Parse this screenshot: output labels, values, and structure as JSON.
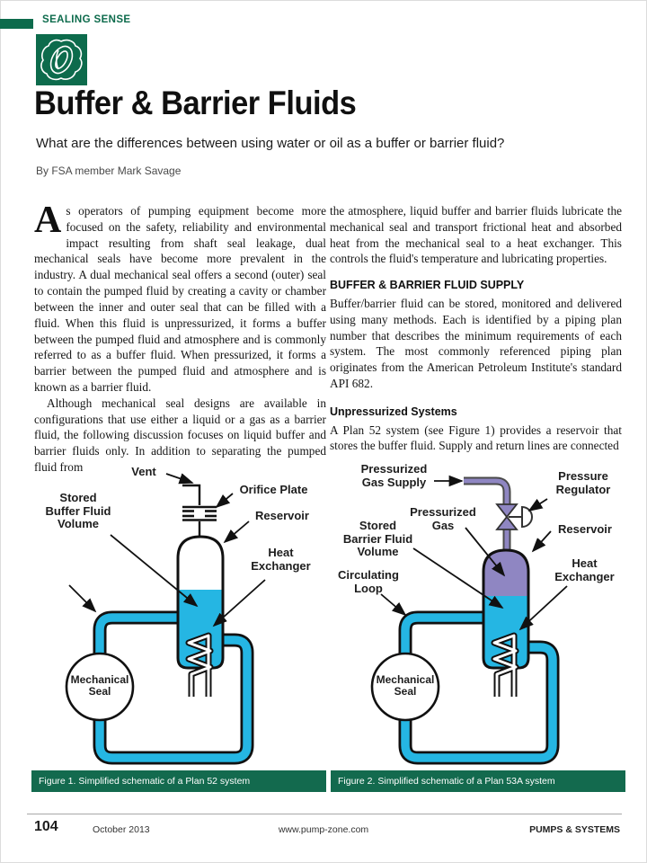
{
  "header": {
    "kicker": "SEALING SENSE",
    "title": "Buffer & Barrier Fluids",
    "subtitle": "What are the differences between using water or oil as a buffer or barrier fluid?",
    "byline": "By FSA member Mark Savage"
  },
  "article": {
    "dropcap": "A",
    "col1_para1": "s operators of pumping equipment become more focused on the safety, reliability and environmental impact resulting from shaft seal leakage, dual mechanical seals have become more prevalent in the industry. A dual mechanical seal offers a second (outer) seal to contain the pumped fluid by creating a cavity or chamber between the inner and outer seal that can be filled with a fluid. When this fluid is unpressurized, it forms a buffer between the pumped fluid and atmosphere and is commonly referred to as a buffer fluid. When pressurized, it forms a barrier between the pumped fluid and atmosphere and is known as a barrier fluid.",
    "col1_para2": "Although mechanical seal designs are available in configurations that use either a liquid or a gas as a barrier fluid, the following discussion focuses on liquid buffer and barrier fluids only. In addition to separating the pumped fluid from",
    "col2_para1": "the atmosphere, liquid buffer and barrier fluids lubricate the mechanical seal and transport frictional heat and absorbed heat from the mechanical seal to a heat exchanger. This controls the fluid's temperature and lubricating properties.",
    "heading1": "BUFFER & BARRIER FLUID SUPPLY",
    "col2_para2": "Buffer/barrier fluid can be stored, monitored and delivered using many methods. Each is identified by a piping plan number that describes the minimum requirements of each system. The most commonly referenced piping plan originates from the American Petroleum Institute's standard API 682.",
    "heading2": "Unpressurized Systems",
    "col2_para3": "A Plan 52 system (see Figure 1) provides a reservoir that stores the buffer fluid. Supply and return lines are connected"
  },
  "figure1": {
    "caption": "Figure 1. Simplified schematic of a Plan 52 system",
    "labels": {
      "vent": "Vent",
      "orifice_plate": "Orifice Plate",
      "stored_volume": "Stored\nBuffer Fluid\nVolume",
      "reservoir": "Reservoir",
      "heat_exchanger": "Heat\nExchanger",
      "mechanical_seal": "Mechanical\nSeal"
    }
  },
  "figure2": {
    "caption": "Figure 2. Simplified schematic of a Plan 53A system",
    "labels": {
      "gas_supply": "Pressurized\nGas Supply",
      "pressure_regulator": "Pressure\nRegulator",
      "pressurized_gas": "Pressurized\nGas",
      "stored_volume": "Stored\nBarrier Fluid\nVolume",
      "reservoir": "Reservoir",
      "circulating_loop": "Circulating\nLoop",
      "heat_exchanger": "Heat\nExchanger",
      "mechanical_seal": "Mechanical\nSeal"
    }
  },
  "footer": {
    "page_number": "104",
    "date": "October 2013",
    "website": "www.pump-zone.com",
    "magazine": "PUMPS & SYSTEMS"
  },
  "colors": {
    "brand_green": "#0d6b4c",
    "caption_green": "#136a4e",
    "fluid_cyan": "#25b6e3",
    "gas_purple": "#8f86c2"
  }
}
